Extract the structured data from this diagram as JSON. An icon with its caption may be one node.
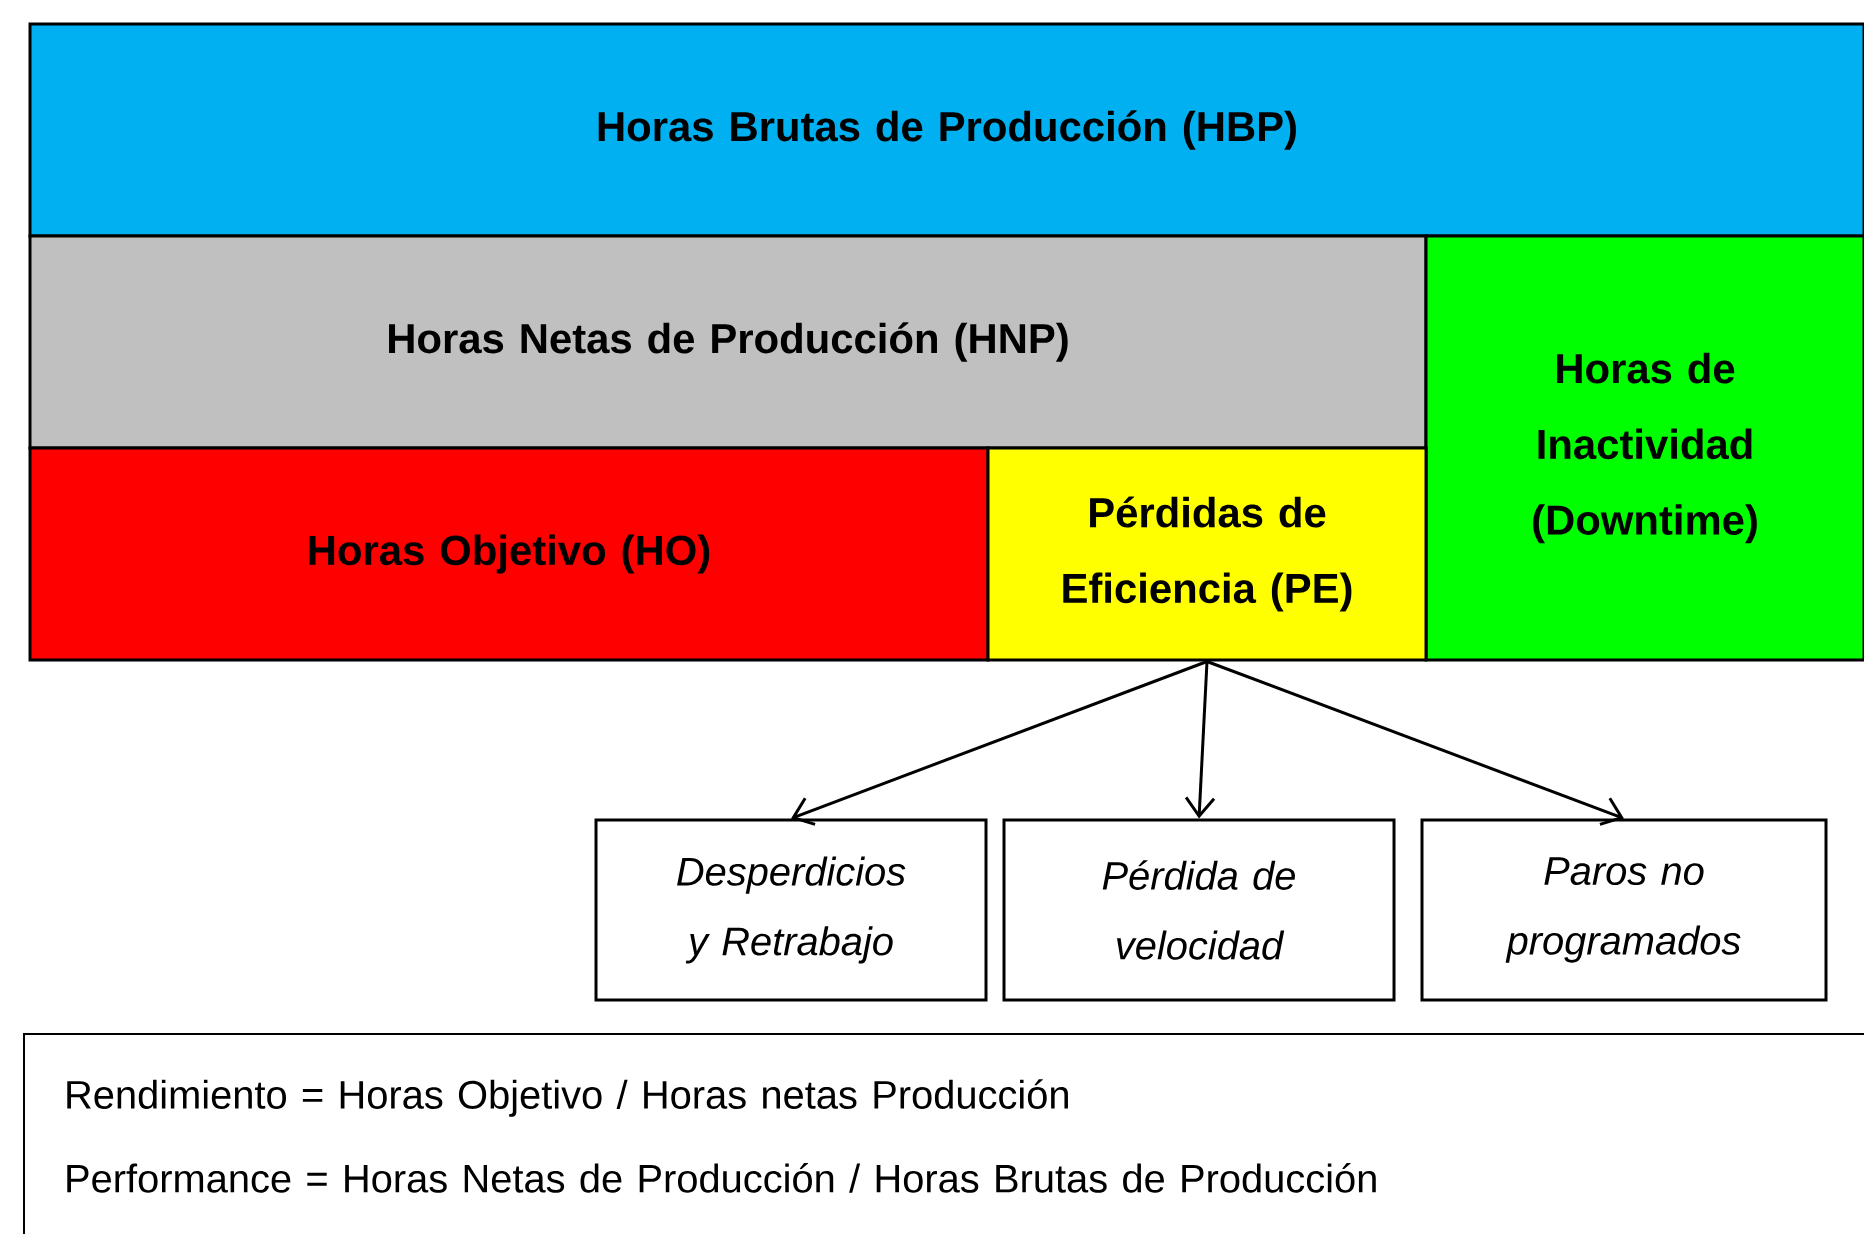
{
  "diagram": {
    "nodes": [
      {
        "text": [
          "Horas Brutas de Producción (HBP)"
        ]
      },
      {
        "text": [
          "Horas Netas de Producción (HNP)"
        ]
      },
      {
        "text": [
          "Horas de Inactividad (Downtime)"
        ]
      },
      {
        "text": [
          "Horas Objetivo (HO)"
        ]
      },
      {
        "text": [
          "Pérdidas de Eficiencia (PE)"
        ]
      },
      {
        "text": [
          "Desperdicios y Retrabajo"
        ]
      },
      {
        "text": [
          "Pérdida de velocidad"
        ]
      },
      {
        "text": [
          "Paros no programados"
        ]
      },
      {
        "text": [
          "Rendimiento = Horas Objetivo / Horas netas Producción",
          "Performance = Horas Netas de Producción / Horas Brutas de Producción"
        ]
      }
    ],
    "edges": [
      {
        "from": 4,
        "to": 5,
        "arrow": "to"
      },
      {
        "from": 4,
        "to": 6,
        "arrow": "to"
      },
      {
        "from": 4,
        "to": 7,
        "arrow": "to"
      }
    ]
  }
}
